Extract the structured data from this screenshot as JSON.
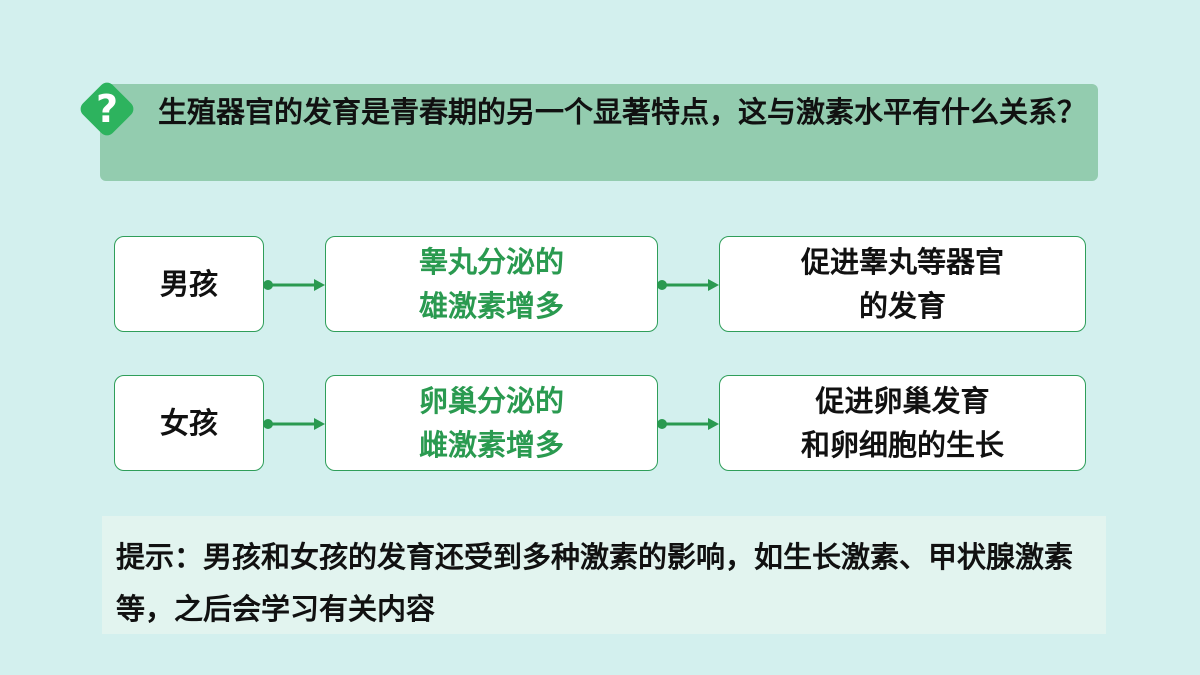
{
  "question": {
    "icon": "question-mark-icon",
    "text": "生殖器官的发育是青春期的另一个显著特点，这与激素水平有什么关系？"
  },
  "rows": [
    {
      "subject": "男孩",
      "hormone": [
        "睾丸分泌的",
        "雄激素增多"
      ],
      "effect": [
        "促进睾丸等器官",
        "的发育"
      ]
    },
    {
      "subject": "女孩",
      "hormone": [
        "卵巢分泌的",
        "雌激素增多"
      ],
      "effect": [
        "促进卵巢发育",
        "和卵细胞的生长"
      ]
    }
  ],
  "hint": {
    "text": "提示：男孩和女孩的发育还受到多种激素的影响，如生长激素、甲状腺激素等，之后会学习有关内容"
  },
  "colors": {
    "background": "#d3f0ee",
    "question_panel": "#93ccaf",
    "badge": "#2db35e",
    "accent_green": "#2a9a50",
    "border": "#2f9e5a"
  }
}
